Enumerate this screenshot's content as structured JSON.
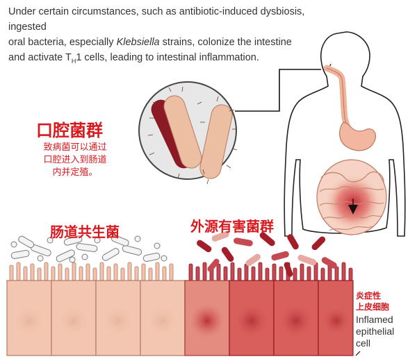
{
  "caption": {
    "line1": "Under certain circumstances, such as antibiotic-induced dysbiosis, ingested",
    "line2_part1": "oral bacteria, especially ",
    "line2_italic": "Klebsiella",
    "line2_part2": " strains, colonize the intestine",
    "line3_part1": "and activate T",
    "line3_sub": "H",
    "line3_part2": "1 cells, leading to intestinal inflammation."
  },
  "oral_microbiota": {
    "title": "口腔菌群",
    "desc_line1": "致病菌可以通过",
    "desc_line2": "口腔进入到肠道",
    "desc_line3": "内并定殖。"
  },
  "commensal_label": "肠道共生菌",
  "exogenous_label": "外源有害菌群",
  "inflamed": {
    "cn_line1": "炎症性",
    "cn_line2": "上皮细胞",
    "en_line1": "Inflamed",
    "en_line2": "epithelial",
    "en_line3": "cell"
  },
  "colors": {
    "accent_red": "#d71920",
    "healthy_cell": "#f2c6b0",
    "inflamed_cell": "#d9605a",
    "harmful_bacteria": "#a41e2a",
    "magnified_bacteria_light": "#ecbfa3",
    "magnified_bacteria_dark": "#8b1a24"
  }
}
